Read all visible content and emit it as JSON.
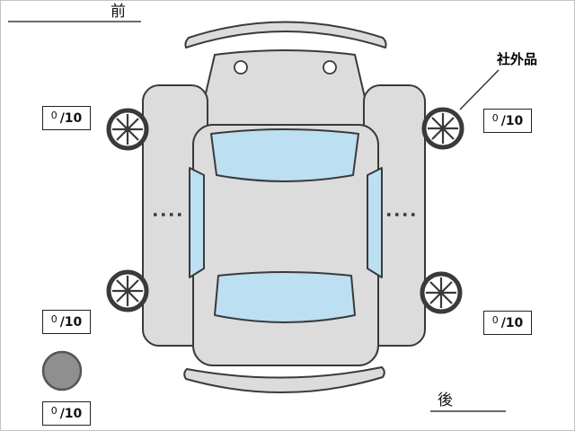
{
  "labels": {
    "front": "前",
    "rear": "後",
    "aftermarket": "社外品"
  },
  "tread_boxes": [
    {
      "id": "front-left",
      "value": "0",
      "denom": "/10"
    },
    {
      "id": "front-right",
      "value": "0",
      "denom": "/10"
    },
    {
      "id": "rear-left",
      "value": "0",
      "denom": "/10"
    },
    {
      "id": "rear-right",
      "value": "0",
      "denom": "/10"
    },
    {
      "id": "spare",
      "value": "0",
      "denom": "/10"
    }
  ],
  "colors": {
    "body": "#dcdcdc",
    "window": "#bcdff2",
    "outline": "#3a3a3a",
    "spare": "#8f8f8f",
    "background": "#ffffff"
  }
}
